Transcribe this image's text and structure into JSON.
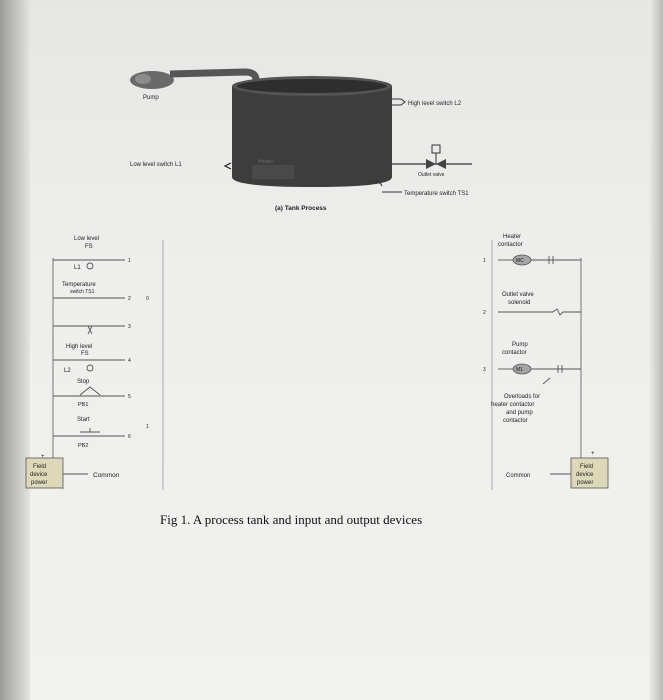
{
  "process": {
    "pump": "Pump",
    "high_level_switch": "High level switch L2",
    "low_level_switch": "Low level switch L1",
    "outlet_valve": "Outlet valve",
    "temperature_switch": "Temperature switch TS1",
    "heater": "Heater",
    "caption": "(a) Tank Process"
  },
  "inputs": {
    "low_level": "Low level",
    "fs1": "FS",
    "l1": "L1",
    "temperature": "Temperature",
    "switch_ts1": "switch TS1",
    "high_level": "High level",
    "fs2": "FS",
    "l2": "L2",
    "stop": "Stop",
    "pb1": "PB1",
    "start": "Start",
    "pb2": "PB2",
    "common": "Common",
    "field_1": "Field",
    "field_2": "device",
    "field_3": "power",
    "plus": "+",
    "minus": "-",
    "terminals": [
      "1",
      "2",
      "3",
      "4",
      "5",
      "6"
    ],
    "zero": "0",
    "one": "1"
  },
  "outputs": {
    "heater_1": "Heater",
    "heater_2": "contactor",
    "mc": "MC",
    "valve_1": "Outlet valve",
    "valve_2": "solenoid",
    "pump_1": "Pump",
    "pump_2": "contactor",
    "m1": "M1",
    "ol_1": "Overloads for",
    "ol_2": "heater contactor",
    "ol_3": "and pump",
    "ol_4": "contactor",
    "common": "Common",
    "field_1": "Field",
    "field_2": "device",
    "field_3": "power",
    "plus": "+",
    "n1": "1",
    "n2": "2",
    "n3": "3"
  },
  "figure_caption": "Fig 1. A process tank and input and output devices",
  "colors": {
    "tank": "#3a3a3a",
    "line": "#444444",
    "rail": "#c9c9c9",
    "field_box": "#ddd9b8"
  }
}
